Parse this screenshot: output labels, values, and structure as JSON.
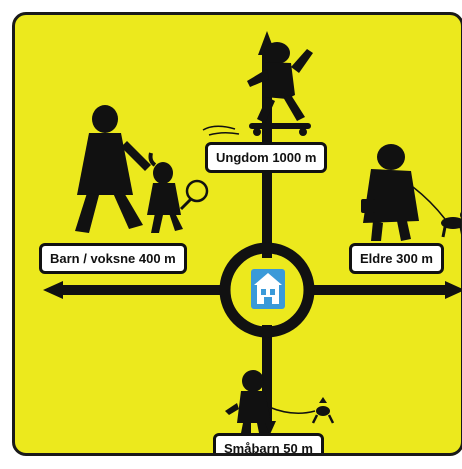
{
  "sign": {
    "background_color": "#ece91d",
    "road_color": "#111111",
    "center_icon": "house-icon",
    "center_icon_color": "#3a9ad9"
  },
  "zones": [
    {
      "id": "youth",
      "label": "Ungdom 1000 m",
      "figure": "teen-skateboarder-icon"
    },
    {
      "id": "children-adults",
      "label": "Barn / voksne 400 m",
      "figure": "adult-with-child-icon"
    },
    {
      "id": "elderly",
      "label": "Eldre 300 m",
      "figure": "elderly-with-dog-icon"
    },
    {
      "id": "toddlers",
      "label": "Småbarn 50 m",
      "figure": "toddler-with-toy-icon"
    }
  ]
}
